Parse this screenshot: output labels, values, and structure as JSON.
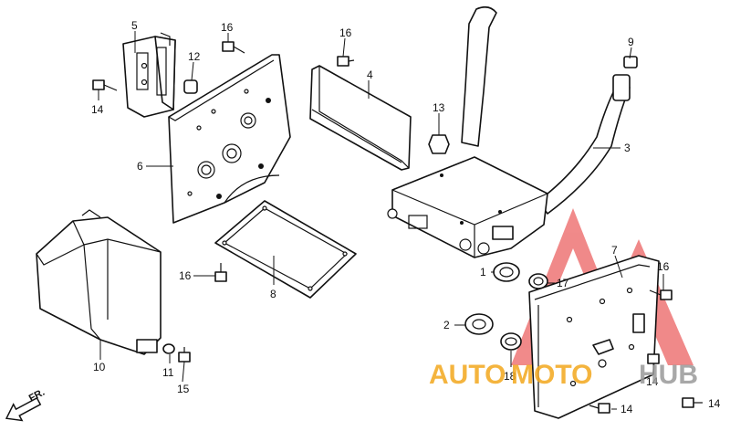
{
  "callouts": {
    "c1": "1",
    "c2": "2",
    "c3": "3",
    "c4": "4",
    "c5": "5",
    "c6": "6",
    "c7": "7",
    "c8": "8",
    "c9": "9",
    "c10": "10",
    "c11": "11",
    "c12": "12",
    "c13": "13",
    "c14a": "14",
    "c14b": "14",
    "c14c": "14",
    "c14d": "14",
    "c15": "15",
    "c16a": "16",
    "c16b": "16",
    "c16c": "16",
    "c16d": "16",
    "c17": "17",
    "c18": "18"
  },
  "direction_label": "FR.",
  "watermark": {
    "part1": "AUTO",
    "part2": "MOTO",
    "part3": "HUB",
    "colors": {
      "orange": "#f3a81d",
      "grey": "#9a9a9a",
      "red": "#e52a2a"
    }
  },
  "icons": {
    "direction": "arrow-left-down-icon"
  }
}
